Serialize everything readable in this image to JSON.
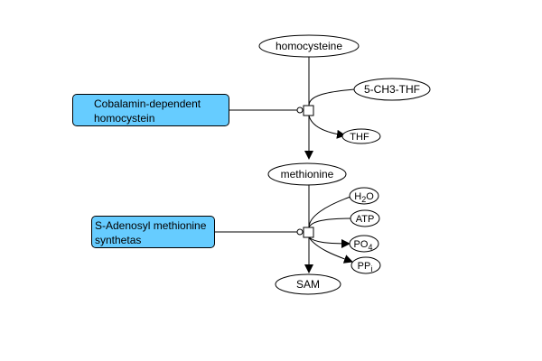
{
  "colors": {
    "enzyme_fill": "#66ccff",
    "stroke": "#000000",
    "background": "#ffffff"
  },
  "reactions": [
    {
      "enzyme": {
        "line1": "Cobalamin-dependent",
        "line2": "homocystein"
      },
      "substrate": "homocysteine",
      "product": "methionine",
      "side_inputs": [
        "5-CH3-THF"
      ],
      "side_outputs": [
        "THF"
      ]
    },
    {
      "enzyme": {
        "line1": "S-Adenosyl methionine",
        "line2": "synthetas"
      },
      "substrate": "methionine",
      "product": "SAM",
      "side_inputs": [
        {
          "base": "H",
          "sub": "2",
          "tail": "O"
        },
        {
          "base": "ATP",
          "sub": "",
          "tail": ""
        }
      ],
      "side_outputs": [
        {
          "base": "PO",
          "sub": "4",
          "tail": ""
        },
        {
          "base": "PP",
          "sub": "i",
          "tail": ""
        }
      ]
    }
  ]
}
